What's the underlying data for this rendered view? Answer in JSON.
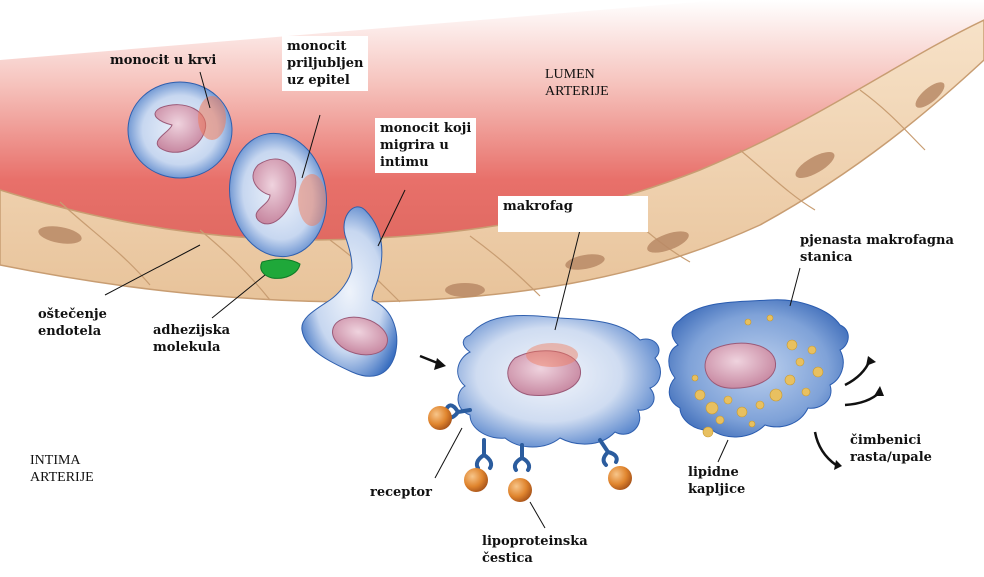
{
  "labels": {
    "monocyte_blood": "monocit u krvi",
    "monocyte_attached": "monocit\npriljubljen\nuz epitel",
    "lumen": "LUMEN\nARTERIJE",
    "monocyte_migrating": "monocit koji\nmigrira u\nintimu",
    "macrophage": "makrofag",
    "foam_cell": "pjenasta makrofagna\nstanica",
    "endothelial_damage": "oštečenje\nendotela",
    "adhesion_molecule": "adhezijska\nmolekula",
    "intima": "INTIMA\nARTERIJE",
    "receptor": "receptor",
    "lipoprotein": "lipoproteinska\nčestica",
    "lipid_droplets": "lipidne\nkapljice",
    "growth_factors": "čimbenici\nrasta/upale"
  },
  "colors": {
    "lumen_red": "#e8706a",
    "endothelium": "#f0cfa8",
    "cell_blue": "#3a6fc0",
    "nucleus_pink": "#d9a3b8",
    "adhesion_green": "#1fa83a",
    "lipoprotein_orange": "#e0852e",
    "lipid_yellow": "#e8c060"
  }
}
